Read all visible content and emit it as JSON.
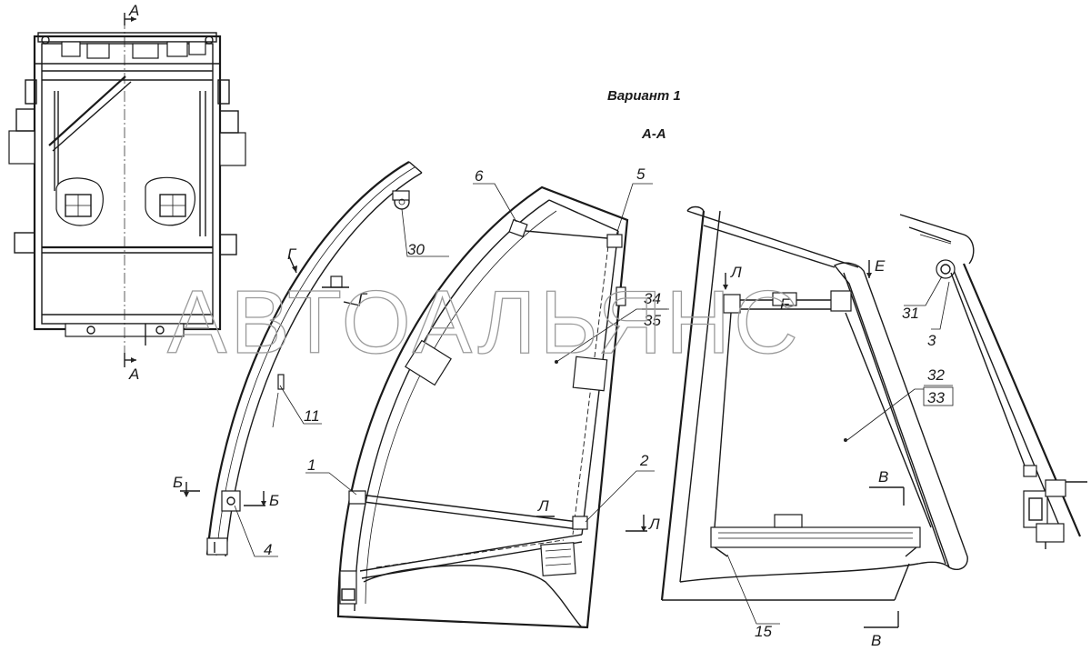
{
  "title": "Вариант 1",
  "section_label": "А-А",
  "watermark": "АВТОАЛЬЯНС",
  "section_marks": {
    "a_top": "А",
    "a_bottom": "А",
    "g_left": "Г",
    "g_right": "Г",
    "b_left": "Б",
    "b_right": "Б",
    "l_bottom_left": "Л",
    "l_bottom_right": "Л",
    "l_top": "Л",
    "v_top": "В",
    "v_bottom": "В",
    "e_mark": "Е",
    "f_mark": "F"
  },
  "callouts": [
    {
      "id": "c30",
      "text": "30"
    },
    {
      "id": "c11",
      "text": "11"
    },
    {
      "id": "c4",
      "text": "4"
    },
    {
      "id": "c6",
      "text": "6"
    },
    {
      "id": "c5",
      "text": "5"
    },
    {
      "id": "c34",
      "text": "34"
    },
    {
      "id": "c35",
      "text": "35"
    },
    {
      "id": "c1",
      "text": "1"
    },
    {
      "id": "c2",
      "text": "2"
    },
    {
      "id": "c31",
      "text": "31"
    },
    {
      "id": "c3",
      "text": "3"
    },
    {
      "id": "c32",
      "text": "32"
    },
    {
      "id": "c33",
      "text": "33"
    },
    {
      "id": "c15",
      "text": "15"
    }
  ]
}
